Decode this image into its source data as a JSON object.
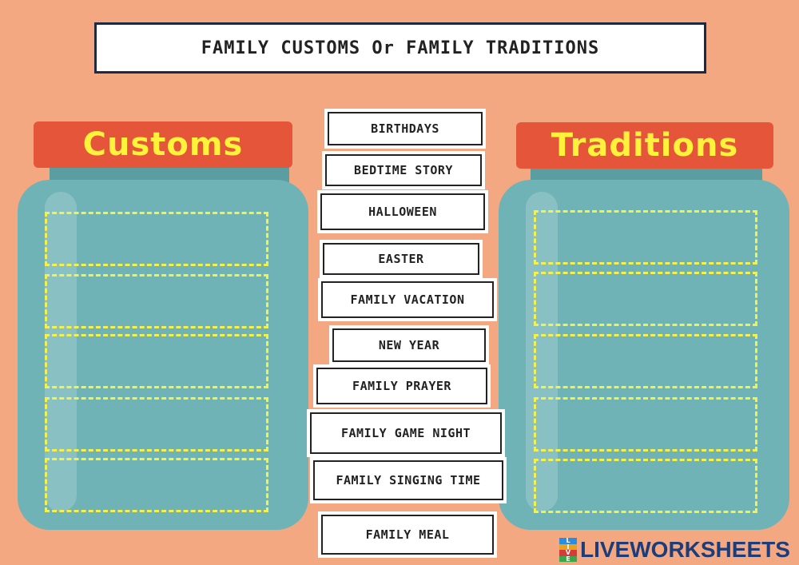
{
  "title": "FAMILY CUSTOMS Or FAMILY TRADITIONS",
  "jars": {
    "left": {
      "label": "Customs"
    },
    "right": {
      "label": "Traditions"
    }
  },
  "cards": [
    "BIRTHDAYS",
    "BEDTIME STORY",
    "HALLOWEEN",
    "EASTER",
    "FAMILY VACATION",
    "NEW YEAR",
    "FAMILY PRAYER",
    "FAMILY GAME NIGHT",
    "FAMILY SINGING TIME",
    "FAMILY MEAL"
  ],
  "brand": {
    "logo_letters": [
      "L",
      "I",
      "V",
      "E"
    ],
    "text": "LIVEWORKSHEETS"
  },
  "colors": {
    "background": "#f3a882",
    "lid": "#e4553a",
    "jar": "#6fb3b6",
    "jar_label": "#fff23a",
    "slot_border": "#f4f04c"
  }
}
